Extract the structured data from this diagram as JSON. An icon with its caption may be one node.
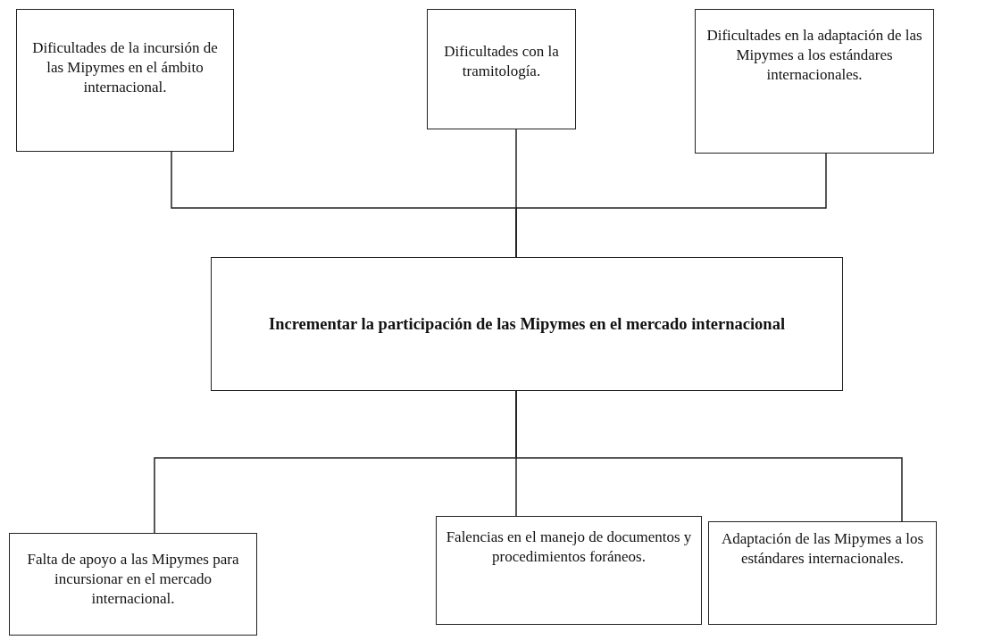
{
  "diagram": {
    "nodes": [
      {
        "text": [
          "Dificultades de la incursión de las Mipymes en el ámbito internacional."
        ]
      },
      {
        "text": [
          "Dificultades con la tramitología."
        ]
      },
      {
        "text": [
          "Dificultades en la adaptación de las Mipymes a los estándares internacionales."
        ]
      },
      {
        "text": [
          "Incrementar la participación de las Mipymes en el mercado internacional"
        ]
      },
      {
        "text": [
          "Falta de apoyo a las Mipymes para incursionar en el mercado internacional."
        ]
      },
      {
        "text": [
          "Falencias en el manejo de documentos y procedimientos foráneos."
        ]
      },
      {
        "text": [
          "Adaptación de las Mipymes a los estándares internacionales."
        ]
      }
    ],
    "edges": [
      {
        "from": 0,
        "to": 3,
        "arrow": "none"
      },
      {
        "from": 1,
        "to": 3,
        "arrow": "none"
      },
      {
        "from": 2,
        "to": 3,
        "arrow": "none"
      },
      {
        "from": 3,
        "to": 4,
        "arrow": "none"
      },
      {
        "from": 3,
        "to": 5,
        "arrow": "none"
      },
      {
        "from": 3,
        "to": 6,
        "arrow": "none"
      }
    ]
  }
}
